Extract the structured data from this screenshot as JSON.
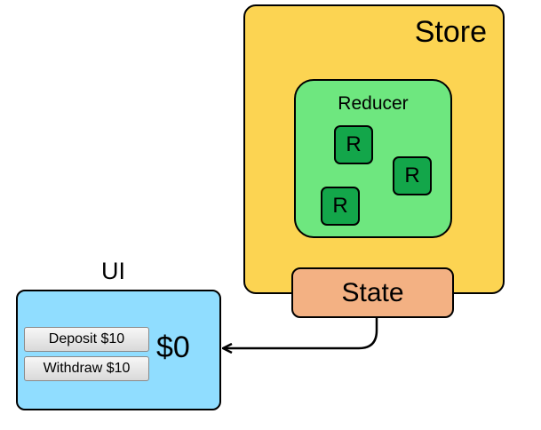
{
  "store": {
    "title": "Store",
    "color": "#fcd452"
  },
  "reducer": {
    "title": "Reducer",
    "color": "#6ee77f",
    "items": [
      {
        "label": "R"
      },
      {
        "label": "R"
      },
      {
        "label": "R"
      }
    ],
    "item_color": "#13a64a"
  },
  "state": {
    "label": "State",
    "color": "#f3b183"
  },
  "ui": {
    "title": "UI",
    "color": "#90ddff",
    "buttons": {
      "deposit": "Deposit $10",
      "withdraw": "Withdraw $10"
    },
    "balance": "$0"
  }
}
